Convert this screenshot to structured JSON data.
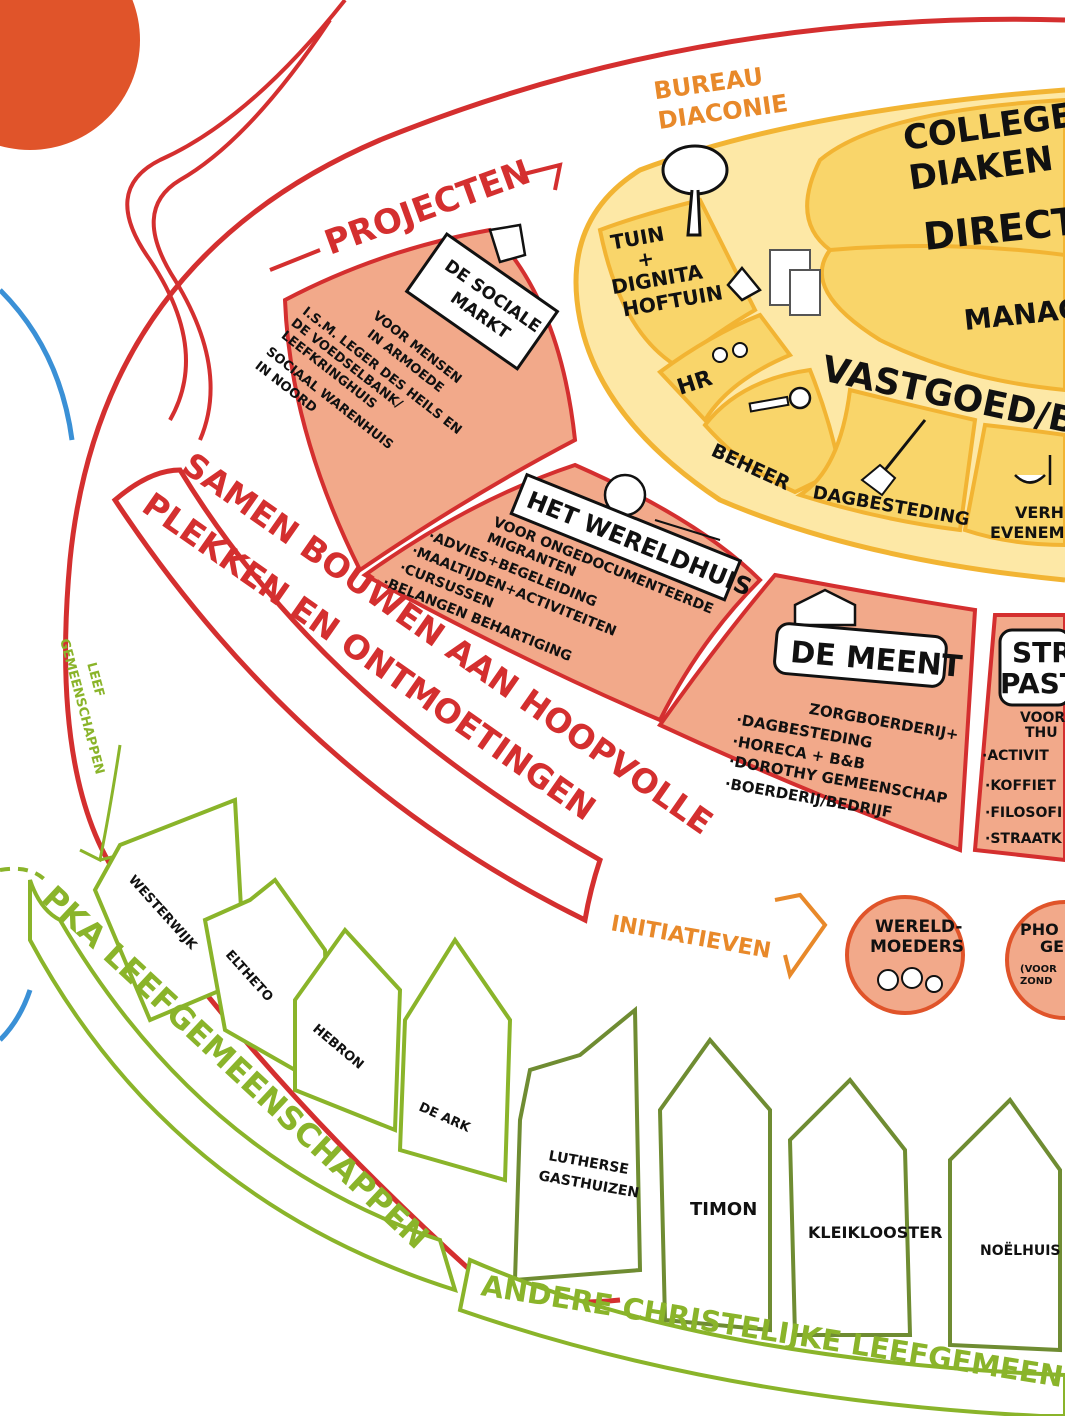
{
  "colors": {
    "red": "#d42f2f",
    "orange": "#e8892a",
    "salmon": "#f2a98a",
    "yellow": "#f9d56a",
    "light_yellow": "#fde8a6",
    "green": "#8ab42a",
    "blue": "#3a90d6"
  },
  "core": {
    "bureau_label": [
      "BUREAU",
      "DIACONIE"
    ],
    "college_label": [
      "COLLEGE V",
      "DIAKEN"
    ],
    "directie_label": "DIRECT",
    "management_label": "MANAG",
    "vastgoed_label": "VASTGOED/BE",
    "segments": [
      {
        "label": [
          "TUIN",
          "+",
          "DIGNITA",
          "HOFTUIN"
        ],
        "icon": "tree-icon"
      },
      {
        "label": [
          "HR"
        ],
        "icon": "people-icon"
      },
      {
        "label": [
          "BEHEER"
        ],
        "icon": "key-icon"
      },
      {
        "label": [
          "DAGBESTEDING"
        ],
        "icon": "broom-icon"
      },
      {
        "label": [
          "VERHU",
          "EVENEM"
        ],
        "icon": "tableware-icon"
      }
    ]
  },
  "projecten": {
    "heading": "PROJECTEN",
    "sociale_markt": {
      "title": [
        "DE SOCIALE",
        "MARKT"
      ],
      "lines": [
        "VOOR MENSEN",
        "IN ARMOEDE",
        "I.S.M. LEGER DES HEILS EN",
        "DE VOEDSELBANK/",
        "LEEFKRINGHUIS",
        "SOCIAAL WARENHUIS",
        "IN NOORD"
      ],
      "icon": "basket-icon"
    },
    "wereldhuis": {
      "title": "HET WERELDHUIS",
      "lines": [
        "VOOR ONGEDOCUMENTEERDE",
        "MIGRANTEN",
        "·ADVIES+BEGELEIDING",
        "·MAALTIJDEN+ACTIVITEITEN",
        "·CURSUSSEN",
        "·BELANGEN BEHARTIGING"
      ],
      "icon": "globe-icon"
    },
    "meent": {
      "title": "DE MEENT",
      "lines": [
        "ZORGBOERDERIJ+",
        "·DAGBESTEDING",
        "·HORECA + B&B",
        "·DOROTHY GEMEENSCHAP",
        "·BOERDERIJ/BEDRIJF"
      ],
      "icon": "farm-icon"
    },
    "straatpastoraat": {
      "title": [
        "STR",
        "PAST"
      ],
      "lines": [
        "VOOR",
        "THU",
        "·ACTIVIT",
        "·KOFFIET",
        "·FILOSOFI",
        "·STRAATK"
      ]
    }
  },
  "samen": {
    "line1": "SAMEN BOUWEN AAN HOOPVOLLE",
    "line2": "PLEKKEN EN ONTMOETINGEN"
  },
  "initiatieven": {
    "label": "INITIATIEVEN",
    "wereldmoeders": [
      "WERELD-",
      "MOEDERS"
    ],
    "photo": [
      "PHO",
      "GE",
      "(VOOR",
      "ZOND"
    ]
  },
  "leef_arrow_label": [
    "LEEF",
    "GEMEENSCHAPPEN"
  ],
  "pka": {
    "band_label": "PKA LEEFGEMEENSCHAPPEN",
    "houses": [
      "WESTERWIJK",
      "ELTHETO",
      "HEBRON",
      "DE ARK"
    ]
  },
  "andere": {
    "band_label": "ANDERE CHRISTELIJKE LEEFGEMEENSCHAPPE",
    "houses": [
      "LUTHERSE",
      "GASTHUIZEN",
      "TIMON",
      "KLEIKLOOSTER",
      "NOËLHUIS"
    ]
  }
}
